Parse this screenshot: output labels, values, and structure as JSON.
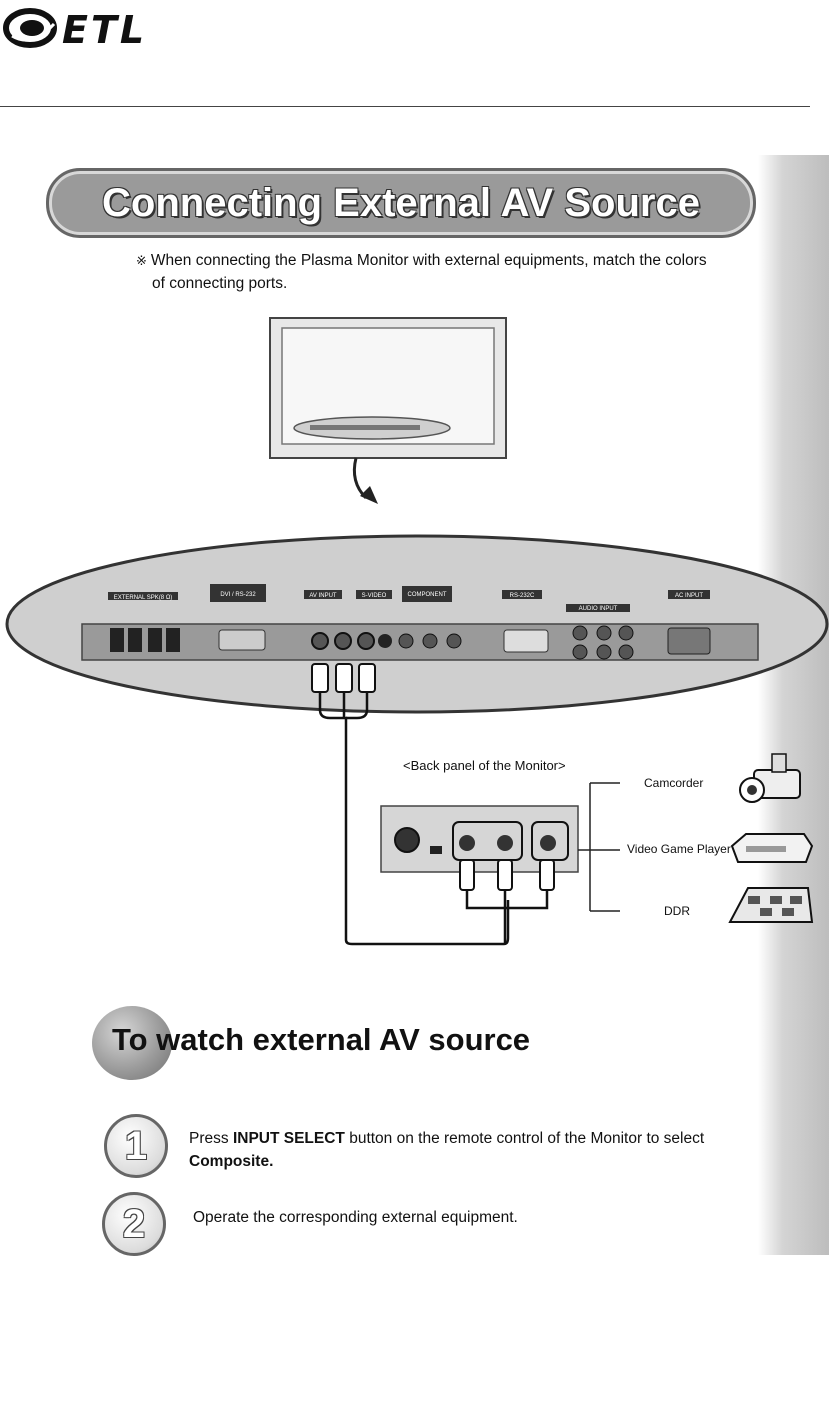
{
  "brand": {
    "logo_text": "ETL"
  },
  "banner": {
    "title": "Connecting External AV Source"
  },
  "note": {
    "mark": "※",
    "line1": "When connecting the Plasma Monitor with external  equipments, match the colors",
    "line2": "of connecting ports."
  },
  "panel_labels": {
    "external_speaker": "EXTERNAL SPK(8 Ω)",
    "dvi": "DVI / RS-232",
    "av_input": "AV INPUT",
    "s_video": "S-VIDEO",
    "component": "COMPONENT",
    "rs232c": "RS-232C",
    "audio_input": "AUDIO INPUT",
    "ac_input": "AC INPUT"
  },
  "diagram": {
    "back_panel_caption": "<Back panel of the Monitor>",
    "devices": [
      "Camcorder",
      "Video Game Player",
      "DDR"
    ]
  },
  "section": {
    "title": "To watch external AV source"
  },
  "steps": [
    {
      "number": "1",
      "prefix": "Press ",
      "bold1": "INPUT SELECT",
      "middle": " button on the remote control of the Monitor to select",
      "bold2": "Composite."
    },
    {
      "number": "2",
      "text": "Operate the corresponding external equipment."
    }
  ]
}
